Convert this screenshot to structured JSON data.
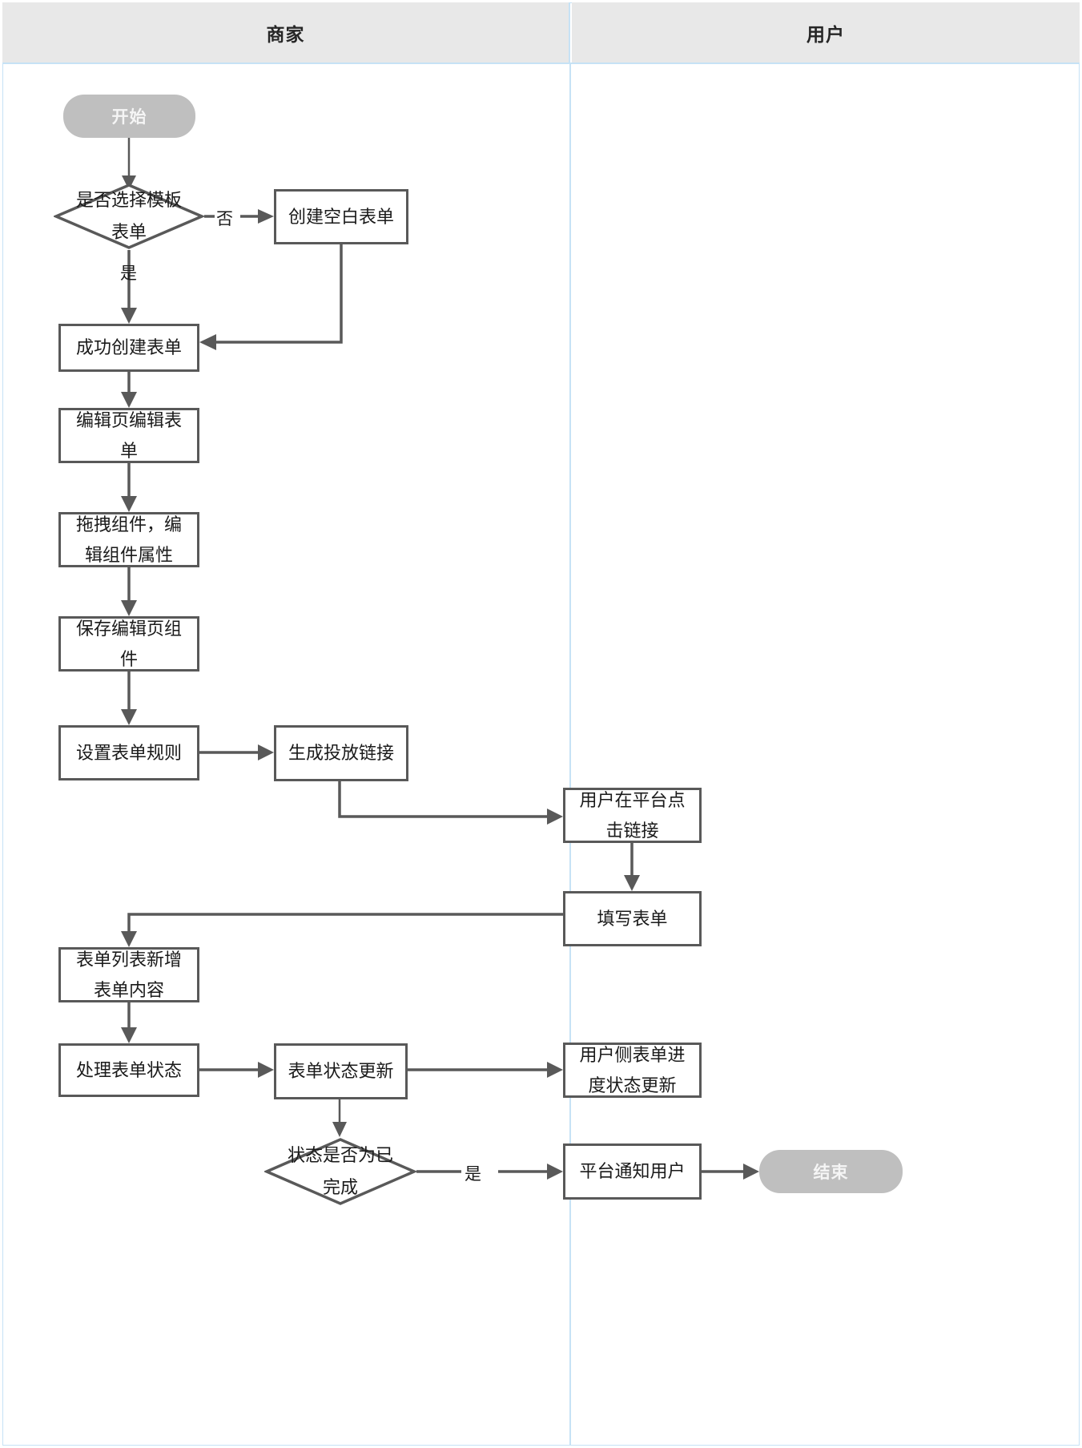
{
  "diagram": {
    "type": "swimlane-flowchart",
    "title_row": {
      "lanes": [
        {
          "id": "merchant",
          "label": "商家"
        },
        {
          "id": "user",
          "label": "用户"
        }
      ]
    },
    "colors": {
      "lane_border": "#c6e2f5",
      "lane_header_bg": "#e8e8e8",
      "node_border": "#595959",
      "node_bg": "#ffffff",
      "terminal_bg": "#bfbfbf",
      "terminal_text": "#f5f5f5",
      "text": "#1a1a1a",
      "connector": "#595959"
    },
    "nodes": [
      {
        "id": "start",
        "lane": "merchant",
        "shape": "terminal",
        "label": "开始"
      },
      {
        "id": "choose-template",
        "lane": "merchant",
        "shape": "diamond",
        "label": "是否选择模板\n表单"
      },
      {
        "id": "create-blank",
        "lane": "merchant",
        "shape": "rect",
        "label": "创建空白表单"
      },
      {
        "id": "create-success",
        "lane": "merchant",
        "shape": "rect",
        "label": "成功创建表单"
      },
      {
        "id": "edit-page",
        "lane": "merchant",
        "shape": "rect",
        "label": "编辑页编辑表\n单"
      },
      {
        "id": "drag-components",
        "lane": "merchant",
        "shape": "rect",
        "label": "拖拽组件，编\n辑组件属性"
      },
      {
        "id": "save-components",
        "lane": "merchant",
        "shape": "rect",
        "label": "保存编辑页组\n件"
      },
      {
        "id": "set-rules",
        "lane": "merchant",
        "shape": "rect",
        "label": "设置表单规则"
      },
      {
        "id": "generate-link",
        "lane": "merchant",
        "shape": "rect",
        "label": "生成投放链接"
      },
      {
        "id": "user-click-link",
        "lane": "user",
        "shape": "rect",
        "label": "用户在平台点\n击链接"
      },
      {
        "id": "fill-form",
        "lane": "user",
        "shape": "rect",
        "label": "填写表单"
      },
      {
        "id": "list-new-content",
        "lane": "merchant",
        "shape": "rect",
        "label": "表单列表新增\n表单内容"
      },
      {
        "id": "process-status",
        "lane": "merchant",
        "shape": "rect",
        "label": "处理表单状态"
      },
      {
        "id": "status-update",
        "lane": "merchant",
        "shape": "rect",
        "label": "表单状态更新"
      },
      {
        "id": "user-progress",
        "lane": "user",
        "shape": "rect",
        "label": "用户侧表单进\n度状态更新"
      },
      {
        "id": "is-completed",
        "lane": "merchant",
        "shape": "diamond",
        "label": "状态是否为已\n完成"
      },
      {
        "id": "notify-user",
        "lane": "user",
        "shape": "rect",
        "label": "平台通知用户"
      },
      {
        "id": "end",
        "lane": "user",
        "shape": "terminal",
        "label": "结束"
      }
    ],
    "edges": [
      {
        "from": "start",
        "to": "choose-template",
        "label": ""
      },
      {
        "from": "choose-template",
        "to": "create-blank",
        "label": "否"
      },
      {
        "from": "choose-template",
        "to": "create-success",
        "label": "是"
      },
      {
        "from": "create-blank",
        "to": "create-success",
        "label": ""
      },
      {
        "from": "create-success",
        "to": "edit-page",
        "label": ""
      },
      {
        "from": "edit-page",
        "to": "drag-components",
        "label": ""
      },
      {
        "from": "drag-components",
        "to": "save-components",
        "label": ""
      },
      {
        "from": "save-components",
        "to": "set-rules",
        "label": ""
      },
      {
        "from": "set-rules",
        "to": "generate-link",
        "label": ""
      },
      {
        "from": "generate-link",
        "to": "user-click-link",
        "label": ""
      },
      {
        "from": "user-click-link",
        "to": "fill-form",
        "label": ""
      },
      {
        "from": "fill-form",
        "to": "list-new-content",
        "label": ""
      },
      {
        "from": "list-new-content",
        "to": "process-status",
        "label": ""
      },
      {
        "from": "process-status",
        "to": "status-update",
        "label": ""
      },
      {
        "from": "status-update",
        "to": "user-progress",
        "label": ""
      },
      {
        "from": "status-update",
        "to": "is-completed",
        "label": ""
      },
      {
        "from": "is-completed",
        "to": "notify-user",
        "label": "是"
      },
      {
        "from": "notify-user",
        "to": "end",
        "label": ""
      }
    ],
    "edge_labels": {
      "no": "否",
      "yes_template": "是",
      "yes_completed": "是"
    }
  }
}
